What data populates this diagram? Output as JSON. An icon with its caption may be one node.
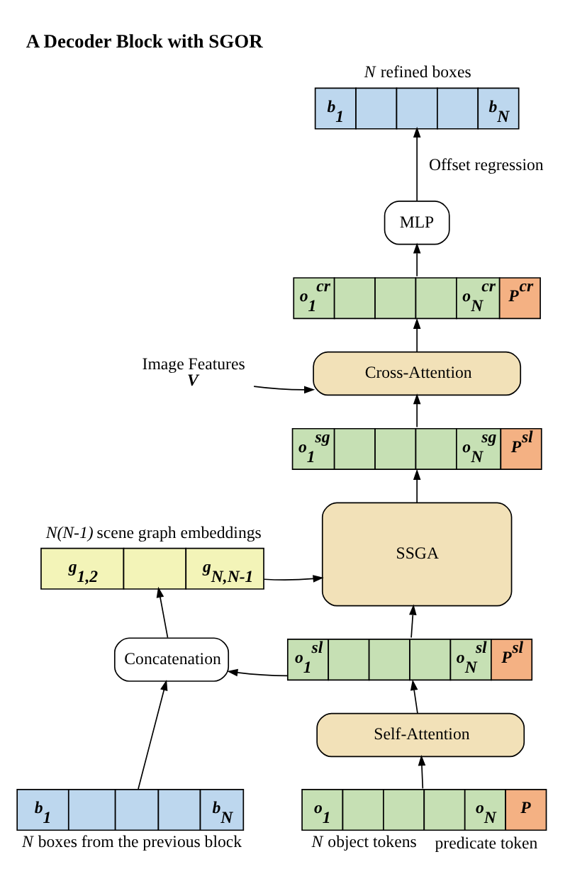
{
  "diagram": {
    "title": "A Decoder Block with SGOR",
    "nodes": [
      {
        "text": [
          "b$_{1}$",
          "b$_{N}$"
        ],
        "beside": [
          "*N* refined boxes"
        ]
      },
      {
        "text": [
          "MLP"
        ]
      },
      {
        "text": [
          "o$_{1}$$^{cr}$",
          "o$_{N}$$^{cr}$",
          "P$^{cr}$"
        ]
      },
      {
        "text": [
          "Image Features",
          "V"
        ]
      },
      {
        "text": [
          "Cross-Attention"
        ]
      },
      {
        "text": [
          "o$_{1}$$^{sg}$",
          "o$_{N}$$^{sg}$",
          "P$^{sl}$"
        ]
      },
      {
        "text": [
          "g$_{1,2}$",
          "g$_{N,N-1}$"
        ],
        "beside": [
          "*N(N-1)* scene graph embeddings"
        ]
      },
      {
        "text": [
          "SSGA"
        ]
      },
      {
        "text": [
          "Concatenation"
        ]
      },
      {
        "text": [
          "o$_{1}$$^{sl}$",
          "o$_{N}$$^{sl}$",
          "P$^{sl}$"
        ]
      },
      {
        "text": [
          "Self-Attention"
        ]
      },
      {
        "text": [
          "b$_{1}$",
          "b$_{N}$"
        ],
        "beside": [
          "*N* boxes from the previous block"
        ]
      },
      {
        "text": [
          "o$_{1}$",
          "o$_{N}$",
          "P"
        ],
        "beside": [
          "*N* object tokens",
          "predicate token"
        ]
      }
    ],
    "edges": [
      {
        "from": 12,
        "to": 10,
        "arrow": "to"
      },
      {
        "from": 10,
        "to": 9,
        "arrow": "to"
      },
      {
        "from": 9,
        "to": 7,
        "arrow": "to"
      },
      {
        "from": 9,
        "to": 8,
        "arrow": "to"
      },
      {
        "from": 11,
        "to": 8,
        "arrow": "to"
      },
      {
        "from": 8,
        "to": 6,
        "arrow": "to"
      },
      {
        "from": 6,
        "to": 7,
        "arrow": "to"
      },
      {
        "from": 7,
        "to": 5,
        "arrow": "to"
      },
      {
        "from": 5,
        "to": 4,
        "arrow": "to"
      },
      {
        "from": 3,
        "to": 4,
        "arrow": "to"
      },
      {
        "from": 4,
        "to": 2,
        "arrow": "to"
      },
      {
        "from": 2,
        "to": 1,
        "arrow": "to"
      },
      {
        "from": 1,
        "to": 0,
        "arrow": "to",
        "label": "Offset regression"
      }
    ]
  }
}
